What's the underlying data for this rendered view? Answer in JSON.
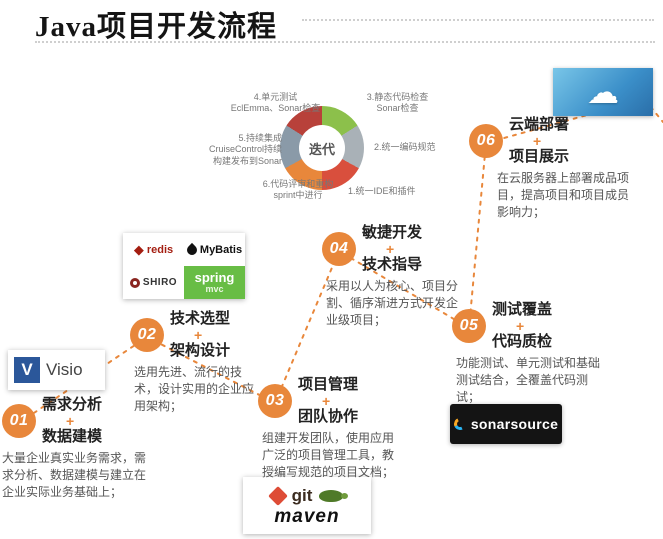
{
  "title": "Java项目开发流程",
  "plus": "+",
  "steps": [
    {
      "num": "01",
      "title1": "需求分析",
      "title2": "数据建模",
      "desc": "大量企业真实业务需求，需求分析、数据建模与建立在企业实际业务基础上；"
    },
    {
      "num": "02",
      "title1": "技术选型",
      "title2": "架构设计",
      "desc": "选用先进、流行的技术，设计实用的企业应用架构；"
    },
    {
      "num": "03",
      "title1": "项目管理",
      "title2": "团队协作",
      "desc": "组建开发团队，使用应用广泛的项目管理工具，教授编写规范的项目文档；"
    },
    {
      "num": "04",
      "title1": "敏捷开发",
      "title2": "技术指导",
      "desc": "采用以人为核心、项目分割、循序渐进方式开发企业级项目；"
    },
    {
      "num": "05",
      "title1": "测试覆盖",
      "title2": "代码质检",
      "desc": "功能测试、单元测试和基础测试结合，全覆盖代码测试；"
    },
    {
      "num": "06",
      "title1": "云端部署",
      "title2": "项目展示",
      "desc": "在云服务器上部署成品项目，提高项目和项目成员影响力；"
    }
  ],
  "iteration": {
    "center": "迭代",
    "labels": {
      "i4_1": "4.单元测试",
      "i4_2": "EclEmma、Sonar检查",
      "i3_1": "3.静态代码检查",
      "i3_2": "Sonar检查",
      "i5_1": "5.持续集成",
      "i5_2": "CruiseControl持续",
      "i5_3": "构建发布到Sonar",
      "i2": "2.统一编码规范",
      "i6_1": "6.代码评审和重构",
      "i6_2": "sprint中进行",
      "i1": "1.统一IDE和插件"
    }
  },
  "logos": {
    "visio": "Visio",
    "redis": "redis",
    "mybatis": "MyBatis",
    "shiro": "SHIRO",
    "spring": "spring",
    "spring_mvc": "mvc",
    "git": "git",
    "maven": "maven",
    "sonarsource": "sonarsource",
    "cloud_glyph": "☁"
  },
  "colors": {
    "accent": "#E8873B",
    "visio_blue": "#2B579A",
    "spring_green": "#68BD45",
    "redis_red": "#A41E11",
    "git_orange": "#DE4C36",
    "sonar_black": "#141414"
  }
}
